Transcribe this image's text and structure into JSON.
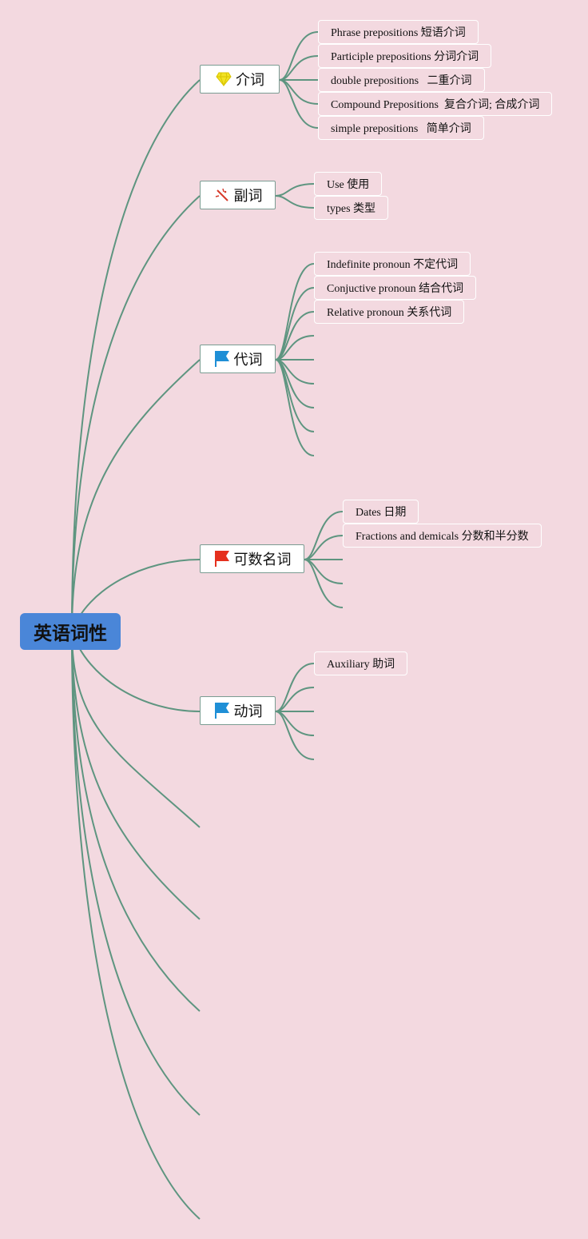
{
  "root": {
    "label": "英语词性"
  },
  "branches": [
    {
      "label": "介词",
      "icon": "gem-icon",
      "children": [
        "Phrase prepositions 短语介词",
        "Participle prepositions 分词介词",
        "double prepositions   二重介词",
        "Compound Prepositions  复合介词; 合成介词",
        "simple prepositions   简单介词"
      ]
    },
    {
      "label": "副词",
      "icon": "magic-wand-icon",
      "children": [
        "Use 使用",
        "types 类型"
      ]
    },
    {
      "label": "代词",
      "icon": "blue-flag-icon",
      "children": [
        "Indefinite pronoun 不定代词",
        "Conjuctive pronoun 结合代词",
        "Relative pronoun 关系代词",
        "",
        "",
        "",
        "",
        "",
        ""
      ]
    },
    {
      "label": "可数名词",
      "icon": "red-flag-icon",
      "children": [
        "Dates 日期",
        "Fractions and demicals 分数和半分数",
        "",
        "",
        ""
      ]
    },
    {
      "label": "动词",
      "icon": "blue-flag-icon",
      "children": [
        "Auxiliary 助词",
        "",
        "",
        "",
        ""
      ]
    }
  ],
  "colors": {
    "background": "#f3d9e0",
    "root_fill": "#4a86d8",
    "connector": "#5e9580",
    "blue_flag": "#1f8fd6",
    "red_flag": "#e5301e",
    "gem": "#f2e224"
  }
}
